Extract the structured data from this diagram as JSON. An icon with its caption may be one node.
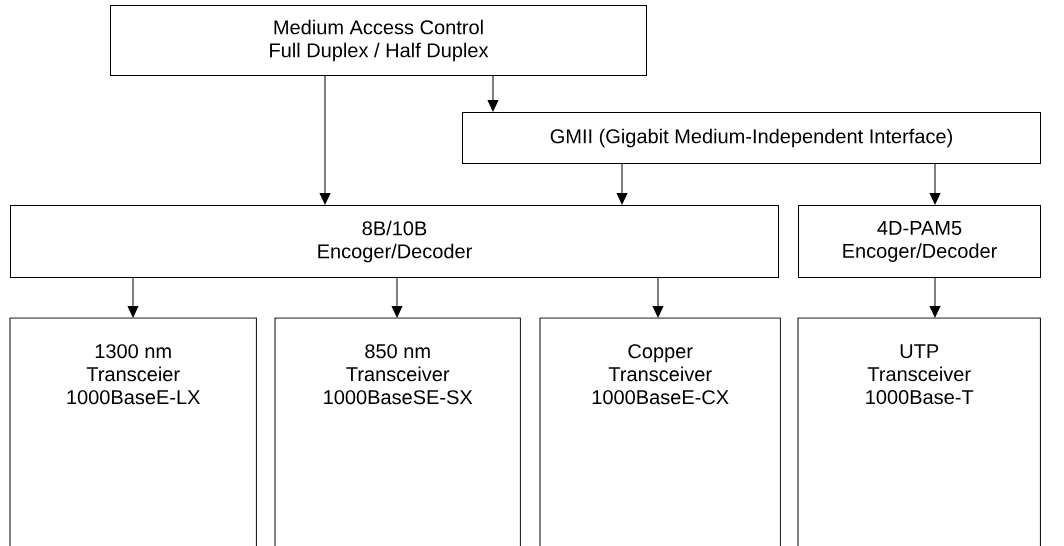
{
  "diagram": {
    "nodes": [
      {
        "text": [
          "Medium Access Control",
          "Full Duplex / Half Duplex"
        ]
      },
      {
        "text": [
          "GMII (Gigabit Medium-Independent Interface)"
        ]
      },
      {
        "text": [
          "8B/10B",
          "Encoger/Decoder"
        ]
      },
      {
        "text": [
          "4D-PAM5",
          "Encoger/Decoder"
        ]
      },
      {
        "text": [
          "1300 nm",
          "Transceier",
          "1000BaseE-LX"
        ]
      },
      {
        "text": [
          "850 nm",
          "Transceiver",
          "1000BaseSE-SX"
        ]
      },
      {
        "text": [
          "Copper",
          "Transceiver",
          "1000BaseE-CX"
        ]
      },
      {
        "text": [
          "UTP",
          "Transceiver",
          "1000Base-T"
        ]
      }
    ],
    "edges": [
      {
        "from": 0,
        "to": 2,
        "arrow": "to"
      },
      {
        "from": 0,
        "to": 1,
        "arrow": "to"
      },
      {
        "from": 1,
        "to": 2,
        "arrow": "to"
      },
      {
        "from": 1,
        "to": 3,
        "arrow": "to"
      },
      {
        "from": 2,
        "to": 4,
        "arrow": "to"
      },
      {
        "from": 2,
        "to": 5,
        "arrow": "to"
      },
      {
        "from": 2,
        "to": 6,
        "arrow": "to"
      },
      {
        "from": 3,
        "to": 7,
        "arrow": "to"
      }
    ]
  }
}
